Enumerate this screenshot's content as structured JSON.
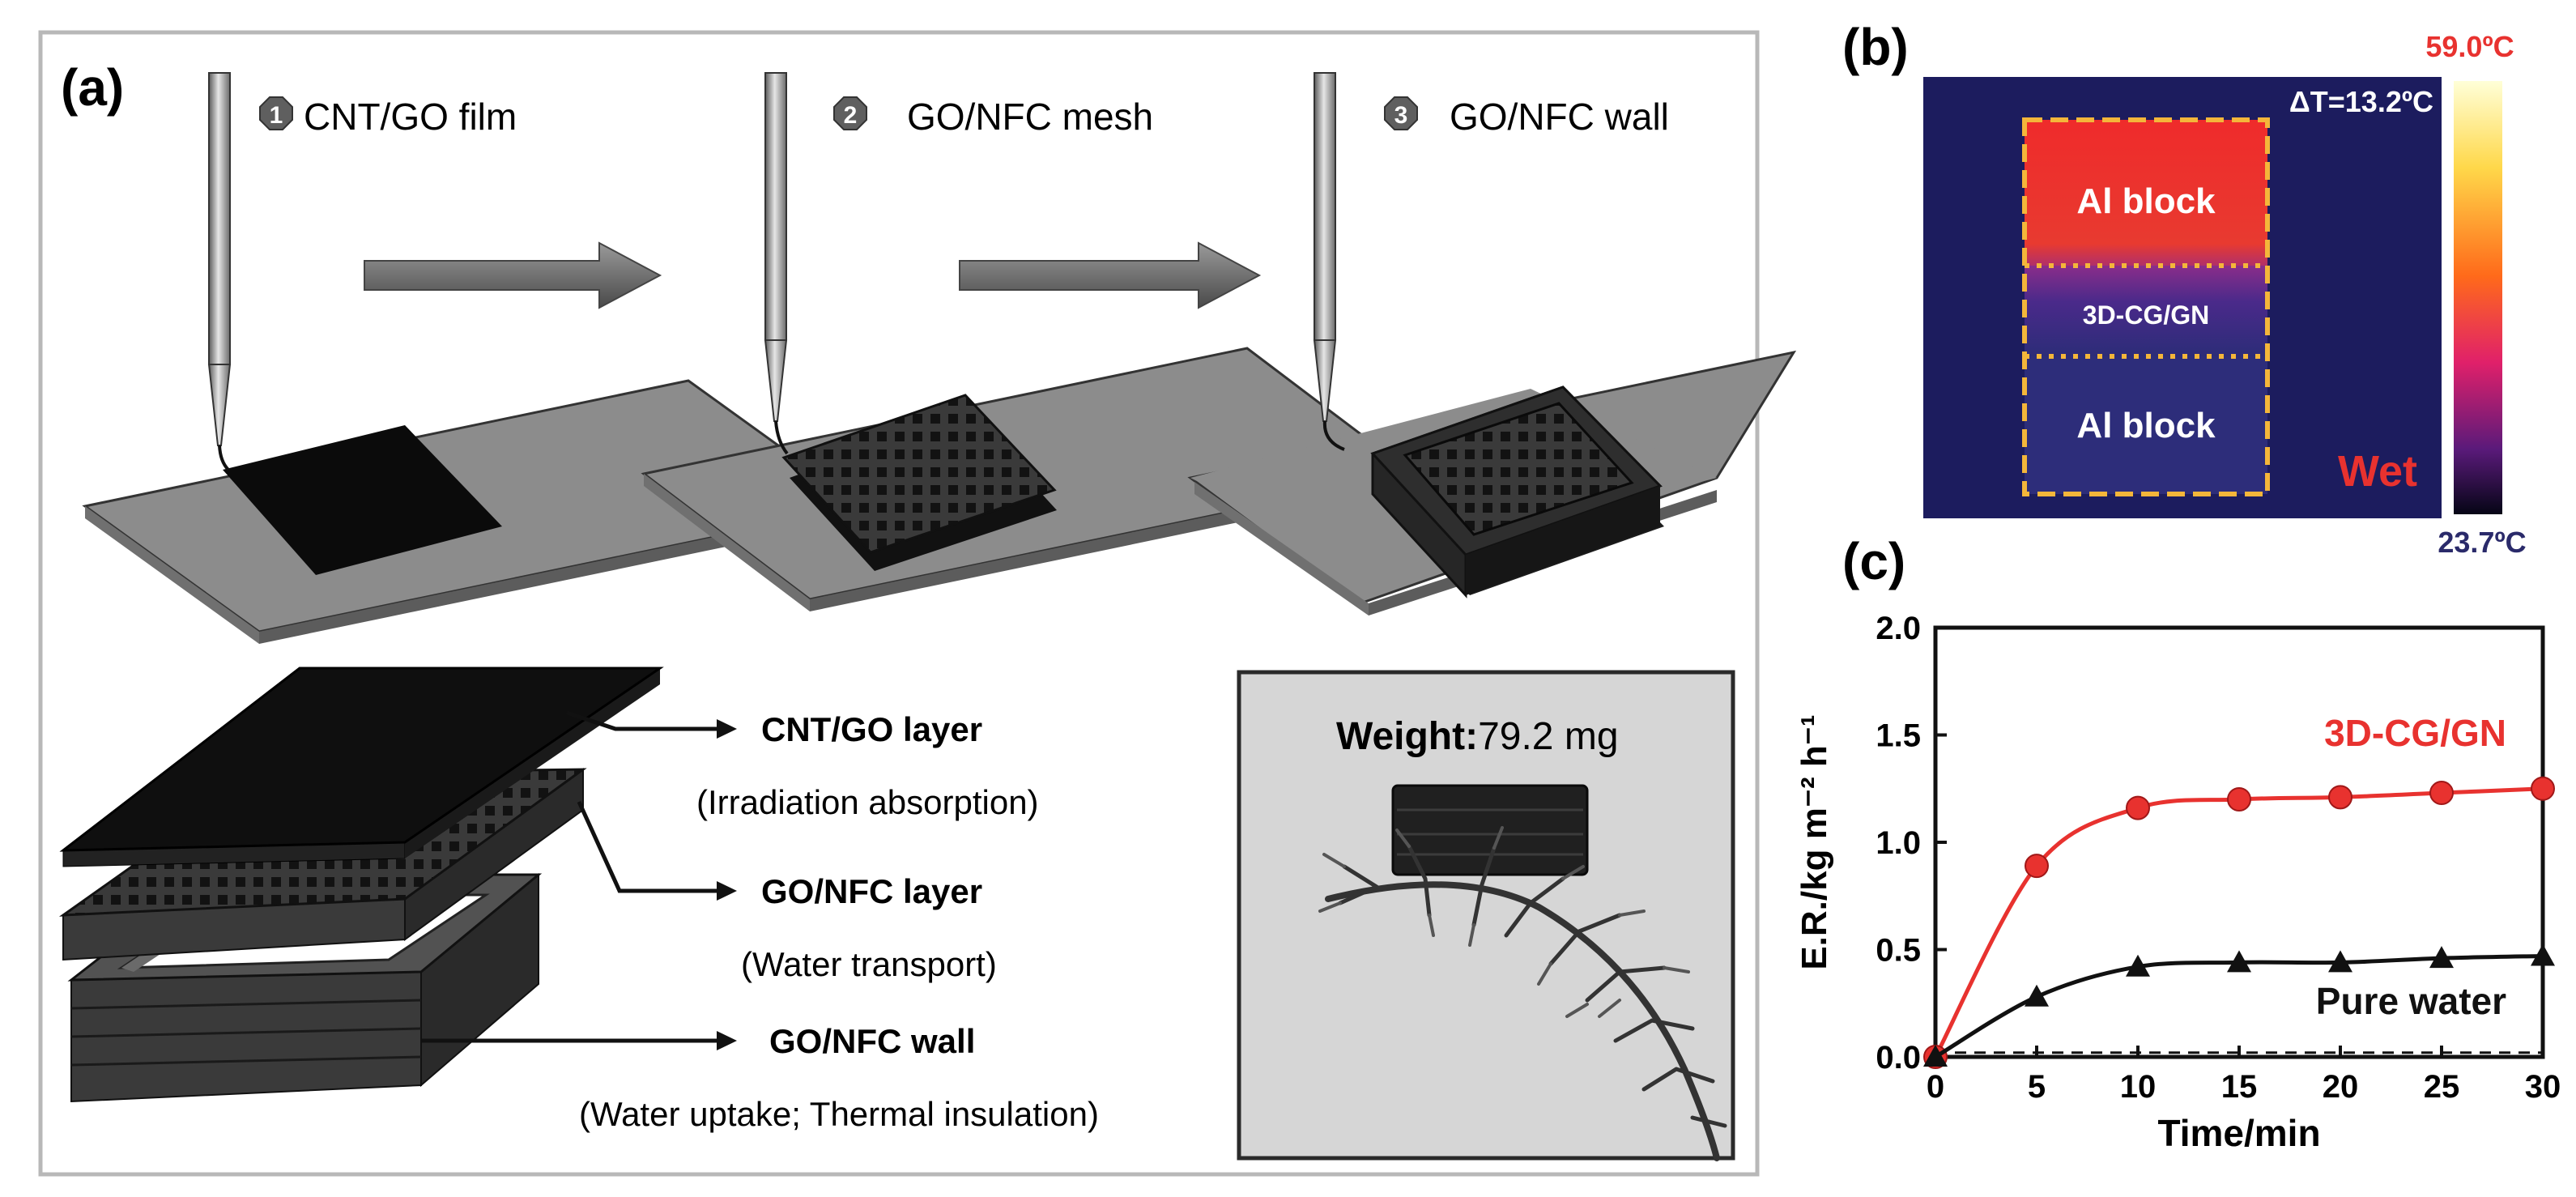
{
  "panel_a": {
    "label": "(a)",
    "steps": [
      {
        "num": "1",
        "label": "CNT/GO film"
      },
      {
        "num": "2",
        "label": "GO/NFC mesh"
      },
      {
        "num": "3",
        "label": "GO/NFC wall"
      }
    ],
    "layers": [
      {
        "name": "CNT/GO  layer",
        "desc": "(Irradiation absorption)"
      },
      {
        "name": "GO/NFC  layer",
        "desc": "(Water transport)"
      },
      {
        "name": "GO/NFC  wall",
        "desc": "(Water uptake; Thermal insulation)"
      }
    ],
    "photo": {
      "weight_label": "Weight:",
      "weight_value": "79.2 mg"
    }
  },
  "panel_b": {
    "label": "(b)",
    "delta_t": "ΔT=13.2ºC",
    "max_temp": "59.0ºC",
    "min_temp": "23.7ºC",
    "regions": [
      "Al block",
      "3D-CG/GN",
      "Al block"
    ],
    "state": "Wet",
    "colors": {
      "hot": "#ef2b2b",
      "cold": "#1c1c5e",
      "outline": "#f4b63a"
    }
  },
  "panel_c": {
    "label": "(c)"
  },
  "chart_data": {
    "type": "line",
    "xlabel": "Time/min",
    "ylabel": "E.R./kg m⁻² h⁻¹",
    "xlim": [
      0,
      30
    ],
    "ylim": [
      0,
      2.0
    ],
    "xticks": [
      0,
      5,
      10,
      15,
      20,
      25,
      30
    ],
    "yticks": [
      "0.0",
      "0.5",
      "1.0",
      "1.5",
      "2.0"
    ],
    "baseline": 0.02,
    "series": [
      {
        "name": "3D-CG/GN",
        "color": "#e8322f",
        "marker": "circle",
        "x": [
          0,
          5,
          10,
          15,
          20,
          25,
          30
        ],
        "y": [
          0.0,
          0.89,
          1.16,
          1.2,
          1.21,
          1.23,
          1.25
        ]
      },
      {
        "name": "Pure water",
        "color": "#111111",
        "marker": "triangle",
        "x": [
          0,
          5,
          10,
          15,
          20,
          25,
          30
        ],
        "y": [
          0.0,
          0.28,
          0.42,
          0.44,
          0.44,
          0.46,
          0.47
        ]
      }
    ]
  }
}
